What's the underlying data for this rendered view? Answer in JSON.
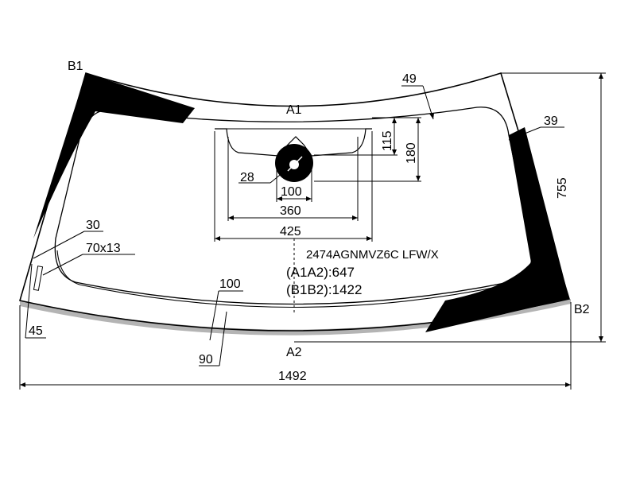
{
  "drawing": {
    "points": {
      "b1": "B1",
      "b2": "B2",
      "a1": "A1",
      "a2": "A2"
    },
    "dimensions": {
      "d49": "49",
      "d39": "39",
      "d115": "115",
      "d180": "180",
      "d28": "28",
      "d100_sensor": "100",
      "d360": "360",
      "d425": "425",
      "d30": "30",
      "d70x13": "70x13",
      "d100_bottom": "100",
      "d45": "45",
      "d90": "90",
      "d755": "755",
      "d1492": "1492"
    },
    "product_code": "2474AGNMVZ6C LFW/X",
    "spec_a1a2": "(A1A2):647",
    "spec_b1b2": "(B1B2):1422",
    "colors": {
      "black_frit": "#000000",
      "bottom_band": "#b4b4b4",
      "line": "#000000"
    }
  }
}
